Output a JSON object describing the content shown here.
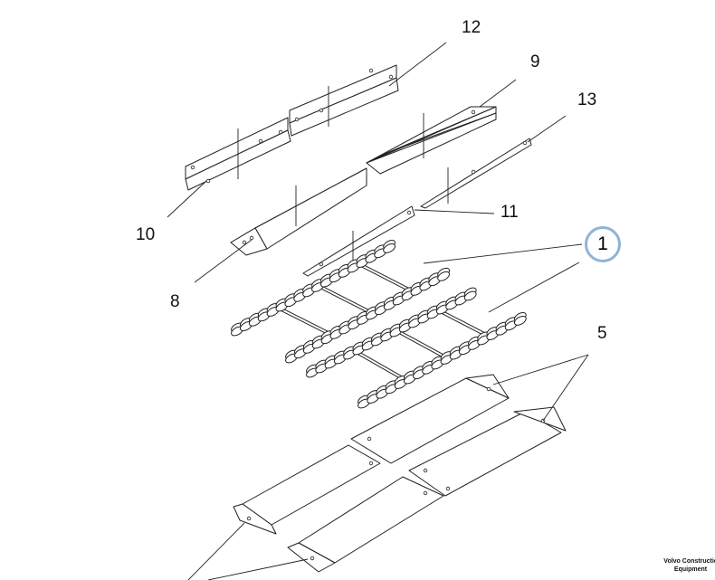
{
  "callouts": {
    "c12": "12",
    "c9": "9",
    "c13": "13",
    "c11": "11",
    "c10": "10",
    "c8": "8",
    "c1": "1",
    "c5": "5"
  },
  "watermark": {
    "line1": "Volvo Constructic",
    "line2": "Equipment"
  },
  "highlight_color": "#8fb3d9"
}
